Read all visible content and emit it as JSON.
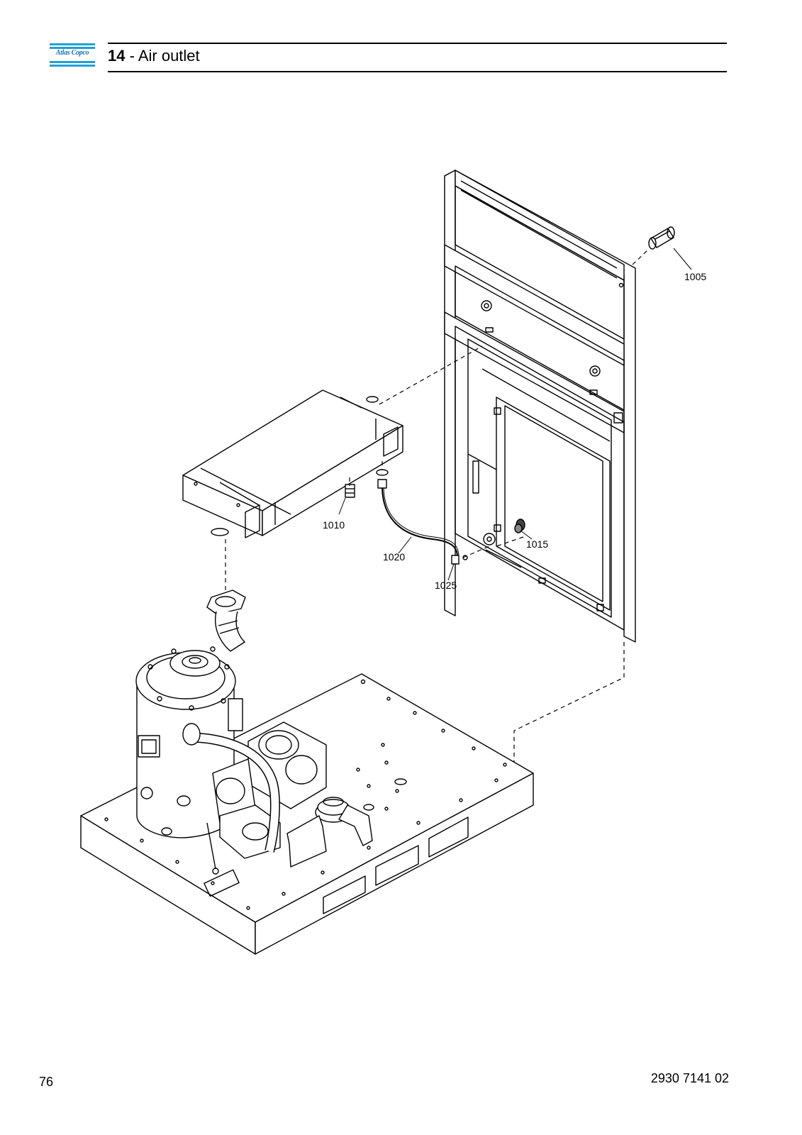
{
  "header": {
    "brand": "Atlas Copco",
    "section_number": "14",
    "separator": " - ",
    "section_title": "Air outlet"
  },
  "callouts": {
    "c1005": "1005",
    "c1010": "1010",
    "c1015": "1015",
    "c1020": "1020",
    "c1025": "1025"
  },
  "footer": {
    "page_number": "76",
    "document_number": "2930 7141 02"
  },
  "colors": {
    "brand_blue": "#1a74b5",
    "brand_stripe": "#1fa0d6"
  }
}
